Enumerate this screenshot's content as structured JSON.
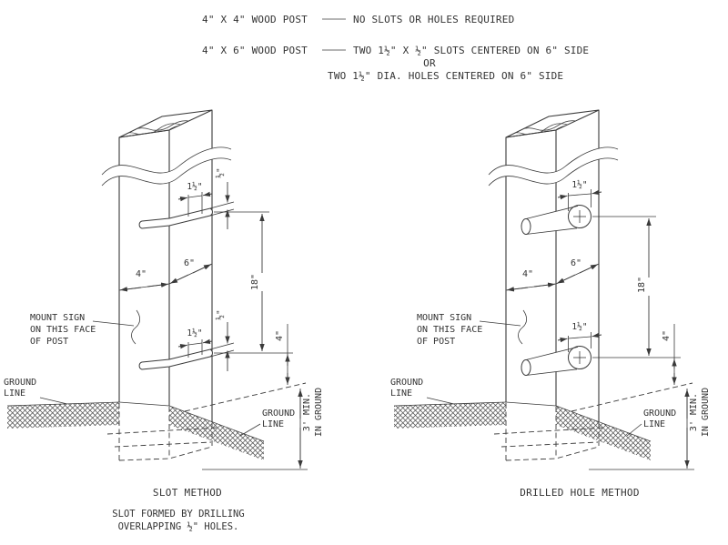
{
  "header": {
    "row1_label": "4\" X 4\" WOOD POST",
    "row1_note": "NO SLOTS OR HOLES REQUIRED",
    "row2_label": "4\" X 6\" WOOD POST",
    "row2_note": "TWO 1½\" X ½\" SLOTS CENTERED ON 6\" SIDE",
    "row2_or": "OR",
    "row2_note2": "TWO 1½\" DIA. HOLES CENTERED ON 6\" SIDE"
  },
  "slot_method": {
    "title": "SLOT METHOD",
    "note_line1": "SLOT FORMED BY DRILLING",
    "note_line2": "OVERLAPPING ½\" HOLES.",
    "dim_slot_width_top": "1½\"",
    "dim_slot_height_top": "½\"",
    "dim_slot_width_bottom": "1½\"",
    "dim_slot_height_bottom": "½\"",
    "dim_spacing": "18\"",
    "dim_post_width": "4\"",
    "dim_post_depth": "6\"",
    "dim_above_ground": "4\"",
    "dim_embed_line1": "3' MIN.",
    "dim_embed_line2": "IN GROUND",
    "label_mount_line1": "MOUNT SIGN",
    "label_mount_line2": "ON THIS FACE",
    "label_mount_line3": "OF POST",
    "label_ground_left_line1": "GROUND",
    "label_ground_left_line2": "LINE",
    "label_ground_right_line1": "GROUND",
    "label_ground_right_line2": "LINE"
  },
  "drilled_hole_method": {
    "title": "DRILLED HOLE METHOD",
    "dim_hole_dia_top": "1½\"",
    "dim_hole_dia_bottom": "1½\"",
    "dim_spacing": "18\"",
    "dim_post_width": "4\"",
    "dim_post_depth": "6\"",
    "dim_above_ground": "4\"",
    "dim_embed_line1": "3' MIN.",
    "dim_embed_line2": "IN GROUND",
    "label_mount_line1": "MOUNT SIGN",
    "label_mount_line2": "ON THIS FACE",
    "label_mount_line3": "OF POST",
    "label_ground_left_line1": "GROUND",
    "label_ground_left_line2": "LINE",
    "label_ground_right_line1": "GROUND",
    "label_ground_right_line2": "LINE"
  },
  "colors": {
    "line": "#3a3a3a",
    "background": "#ffffff"
  }
}
